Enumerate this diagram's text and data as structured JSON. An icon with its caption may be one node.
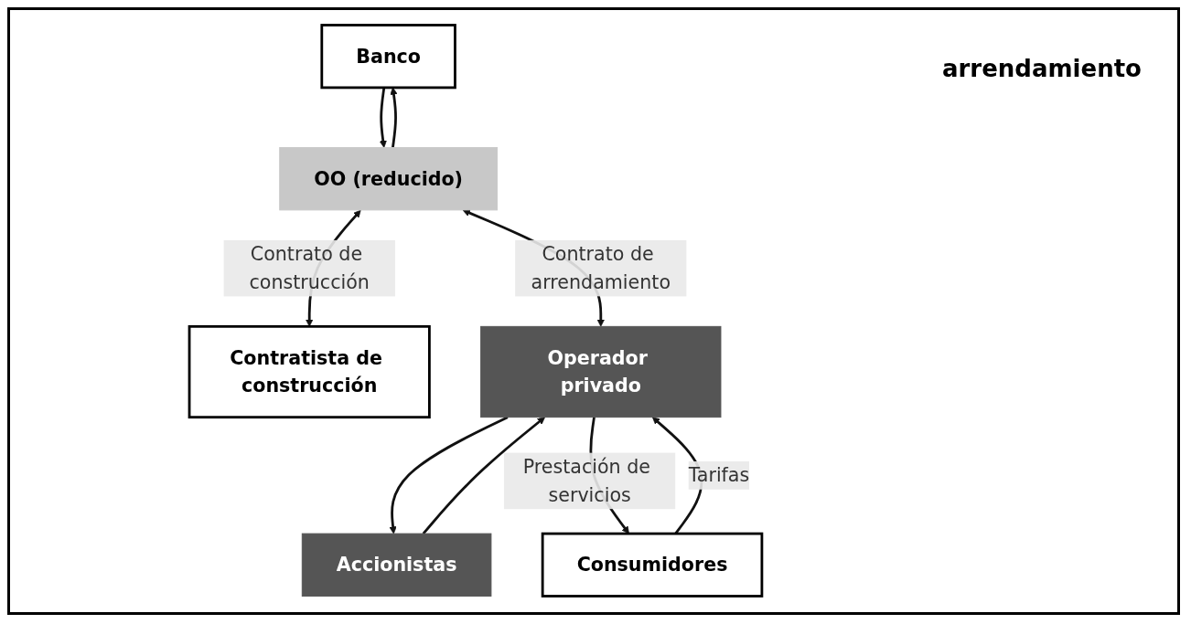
{
  "diagram": {
    "nodes": [
      {
        "text": [
          "Banco"
        ]
      },
      {
        "text": [
          "OO (reducido)"
        ]
      },
      {
        "text": [
          "Contratista de construcción"
        ]
      },
      {
        "text": [
          "Operador privado"
        ]
      },
      {
        "text": [
          "Accionistas"
        ]
      },
      {
        "text": [
          "Consumidores"
        ]
      }
    ],
    "edges": [
      {
        "from": 0,
        "to": 1,
        "arrow": "to"
      },
      {
        "from": 1,
        "to": 0,
        "arrow": "to"
      },
      {
        "from": 1,
        "to": 2,
        "arrow": "both",
        "label": "Contrato de construcción"
      },
      {
        "from": 1,
        "to": 3,
        "arrow": "both",
        "label": "Contrato de arrendamiento"
      },
      {
        "from": 4,
        "to": 3,
        "arrow": "to"
      },
      {
        "from": 3,
        "to": 4,
        "arrow": "to"
      },
      {
        "from": 3,
        "to": 5,
        "arrow": "to",
        "label": "Prestación de servicios"
      },
      {
        "from": 5,
        "to": 3,
        "arrow": "to",
        "label": "Tarifas"
      }
    ],
    "labels": [
      "arrendamiento"
    ]
  }
}
